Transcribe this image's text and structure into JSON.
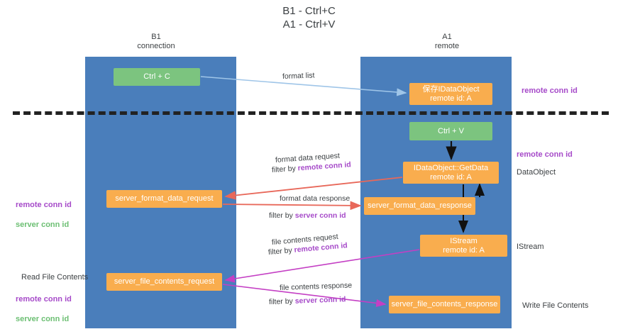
{
  "title": "B1 - Ctrl+C\nA1 - Ctrl+V",
  "lanes": {
    "left": {
      "header": "B1\nconnection",
      "color": "#4a7ebb"
    },
    "right": {
      "header": "A1\nremote",
      "color": "#4a7ebb"
    }
  },
  "colors": {
    "lane": "#4a7ebb",
    "keypress_box": "#7cc47f",
    "rpc_box": "#f9ad4e",
    "remote_conn_id": "#a64ac9",
    "server_conn_id": "#6cbf73",
    "arrow_format_list": "#9fc5e8",
    "arrow_format_data": "#e8685a",
    "arrow_file_contents": "#c43fc4",
    "arrow_black": "#111111",
    "divider": "#222222"
  },
  "nodes": {
    "ctrl_c": "Ctrl + C",
    "save_dataobject": "保存IDataObject\nremote id: A",
    "ctrl_v": "Ctrl + V",
    "getdata": "IDataObject::GetData\nremote id: A",
    "server_format_data_request": "server_format_data_request",
    "server_format_data_response": "server_format_data_response",
    "istream": "IStream\nremote id: A",
    "server_file_contents_request": "server_file_contents_request",
    "server_file_contents_response": "server_file_contents_response"
  },
  "arrow_labels": {
    "format_list": "format list",
    "format_data_request": "format data request",
    "format_data_request_filter_prefix": "filter by ",
    "format_data_request_filter_key": "remote conn id",
    "format_data_response": "format data response",
    "format_data_response_filter_prefix": "filter by ",
    "format_data_response_filter_key": "server conn id",
    "file_contents_request": "file contents request",
    "file_contents_request_filter_prefix": "filter by ",
    "file_contents_request_filter_key": "remote conn id",
    "file_contents_response": "file contents response",
    "file_contents_response_filter_prefix": "filter by ",
    "file_contents_response_filter_key": "server conn id"
  },
  "annotations": {
    "remote_conn_id_top": "remote conn id",
    "remote_conn_id_mid": "remote conn id",
    "dataobject": "DataObject",
    "istream": "IStream",
    "write_file_contents": "Write File Contents",
    "read_file_contents": "Read File Contents",
    "left_mid_remote": "remote conn id",
    "left_mid_server": "server conn id",
    "left_bot_remote": "remote conn id",
    "left_bot_server": "server conn id"
  }
}
